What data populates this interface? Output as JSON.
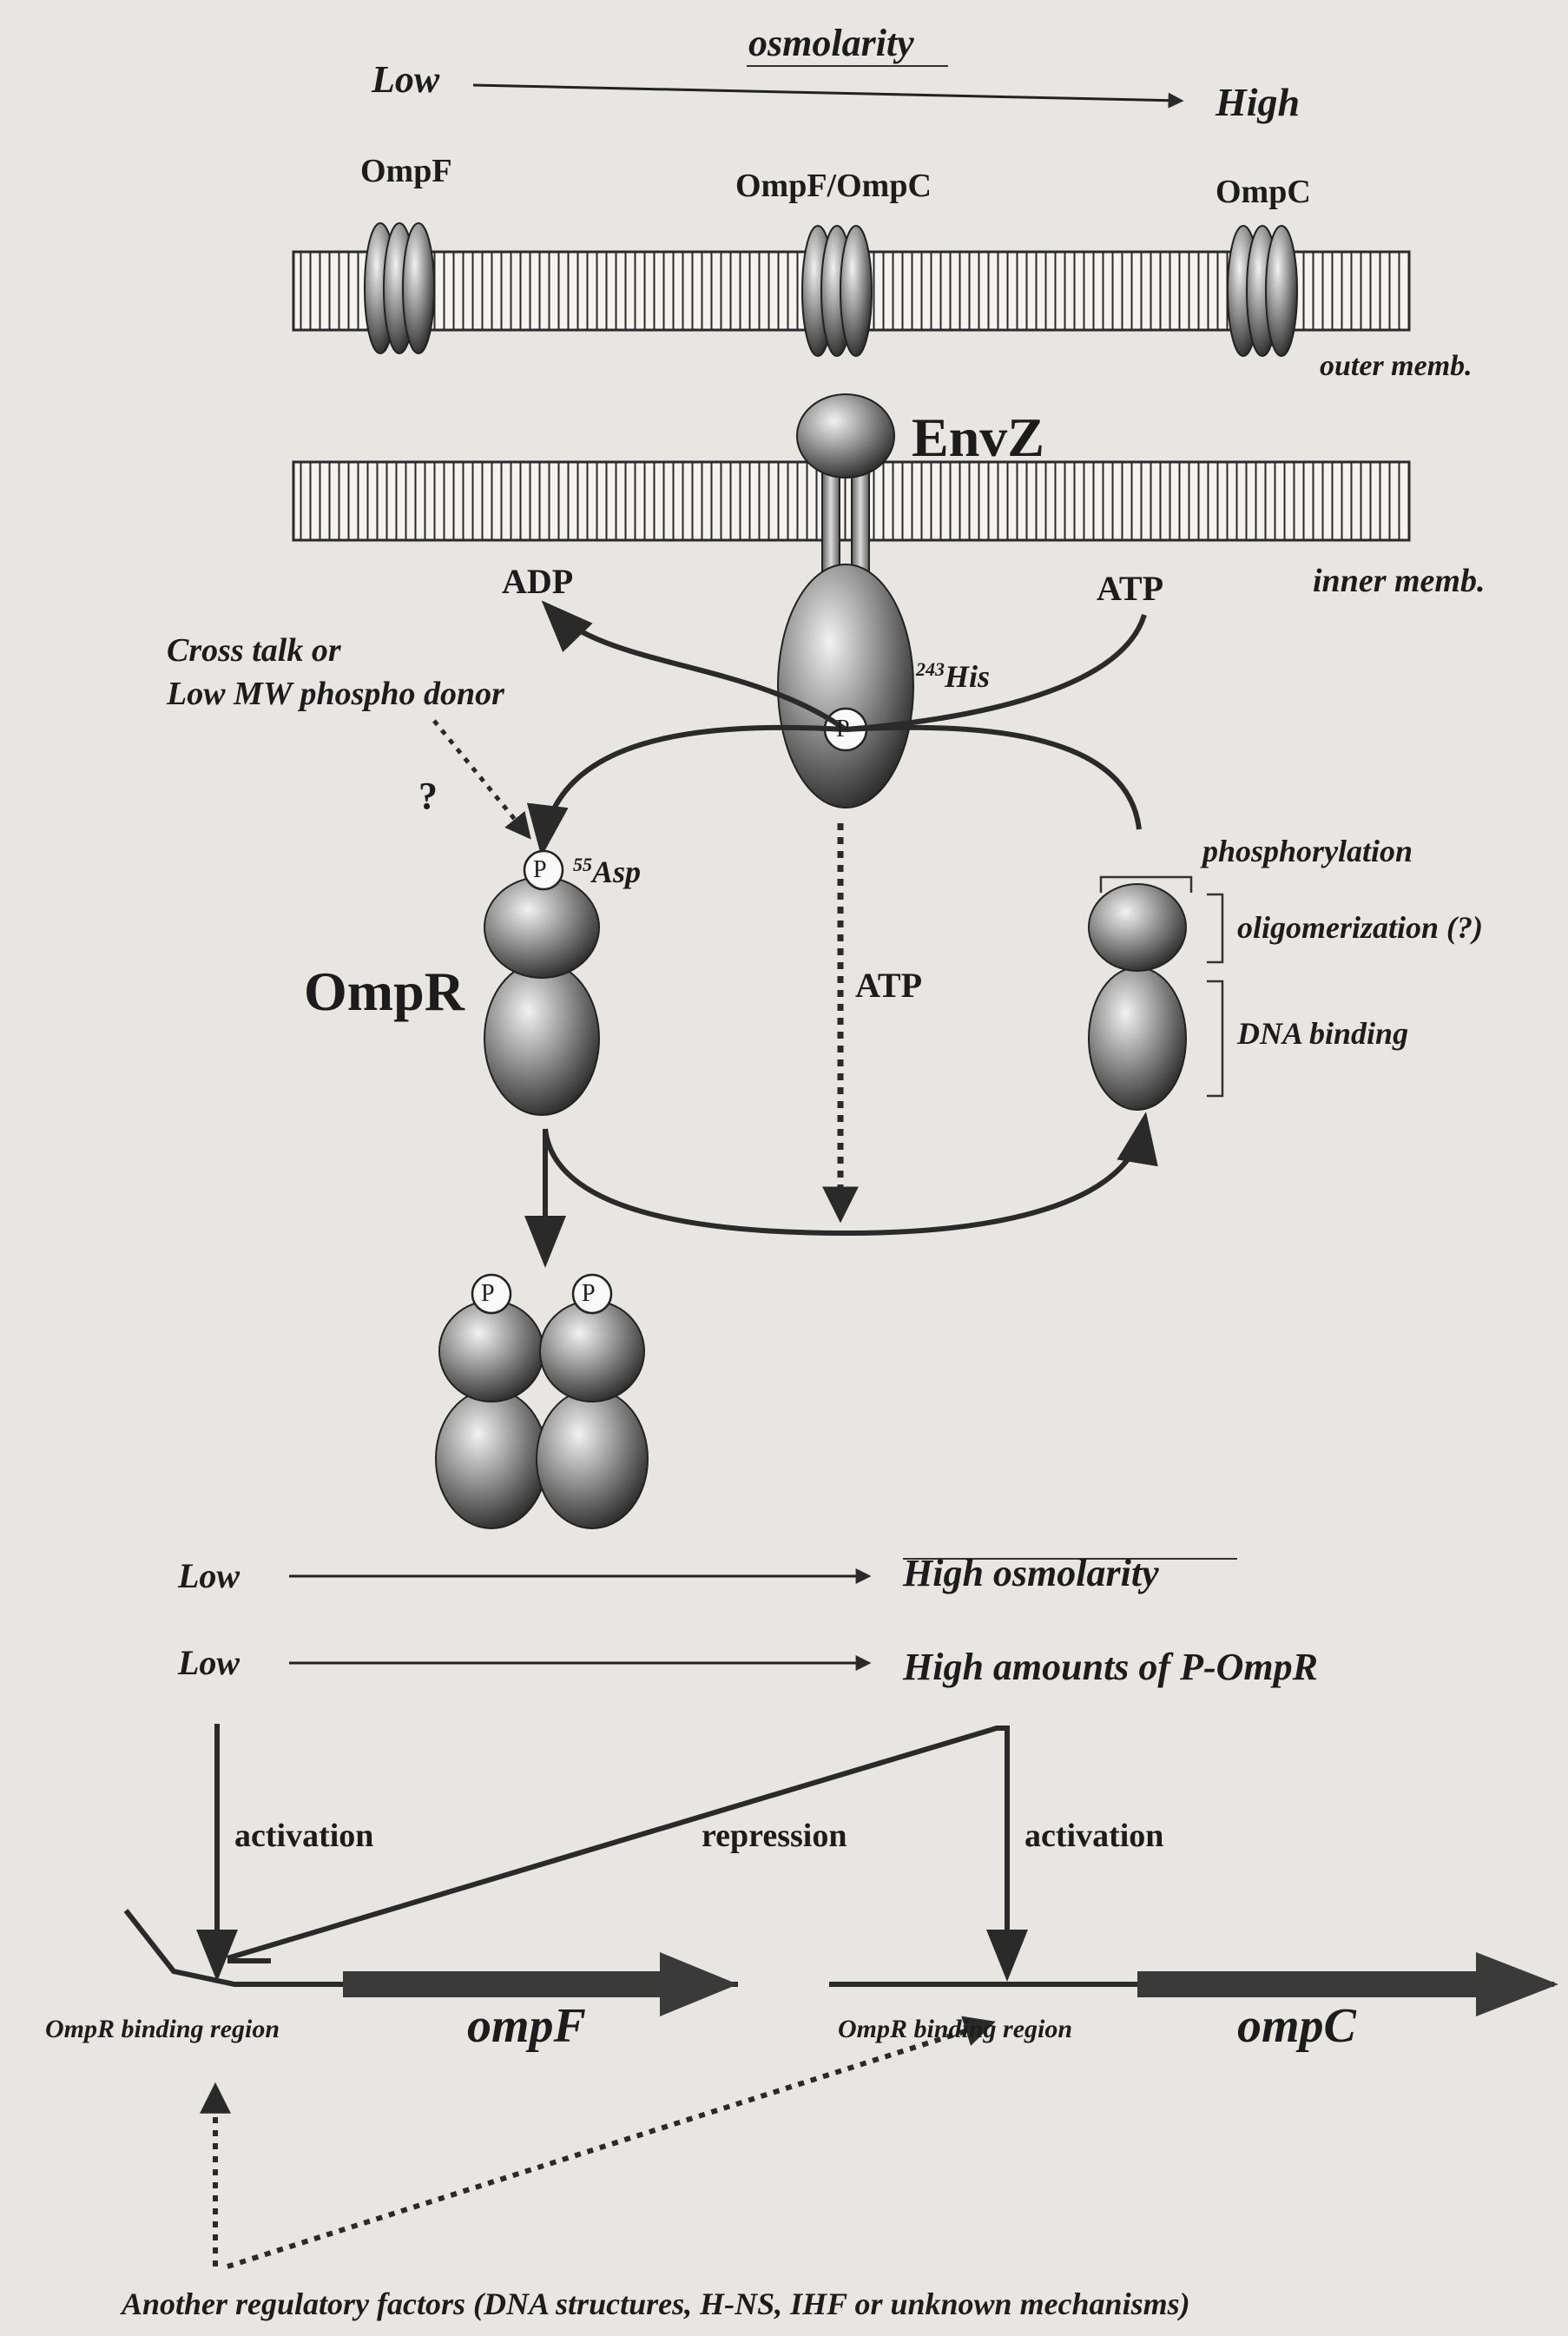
{
  "osmolarity_axis": {
    "low": "Low",
    "high": "High",
    "label": "osmolarity"
  },
  "porins": {
    "left": "OmpF",
    "middle": "OmpF/OmpC",
    "right": "OmpC"
  },
  "membranes": {
    "outer": "outer memb.",
    "inner": "inner memb."
  },
  "envz": {
    "name": "EnvZ",
    "site": "His",
    "site_number": "243",
    "phospho": "P"
  },
  "nucleotides": {
    "adp": "ADP",
    "atp": "ATP",
    "atp_flow": "ATP"
  },
  "cross_talk": {
    "line1": "Cross talk or",
    "line2": "Low MW phospho donor",
    "question": "?"
  },
  "ompr": {
    "name": "OmpR",
    "site": "Asp",
    "site_number": "55",
    "phospho": "P"
  },
  "domains": {
    "phosphorylation": "phosphorylation",
    "oligomerization": "oligomerization (?)",
    "dna_binding": "DNA binding"
  },
  "regulation": {
    "low1": "Low",
    "high1": "High osmolarity",
    "low2": "Low",
    "high2": "High amounts of P-OmpR",
    "activation_left": "activation",
    "repression": "repression",
    "activation_right": "activation"
  },
  "genes": {
    "binding_region_left": "OmpR binding region",
    "gene_left": "ompF",
    "binding_region_right": "OmpR binding region",
    "gene_right": "ompC"
  },
  "footer": "Another regulatory factors (DNA structures, H-NS, IHF or unknown mechanisms)"
}
